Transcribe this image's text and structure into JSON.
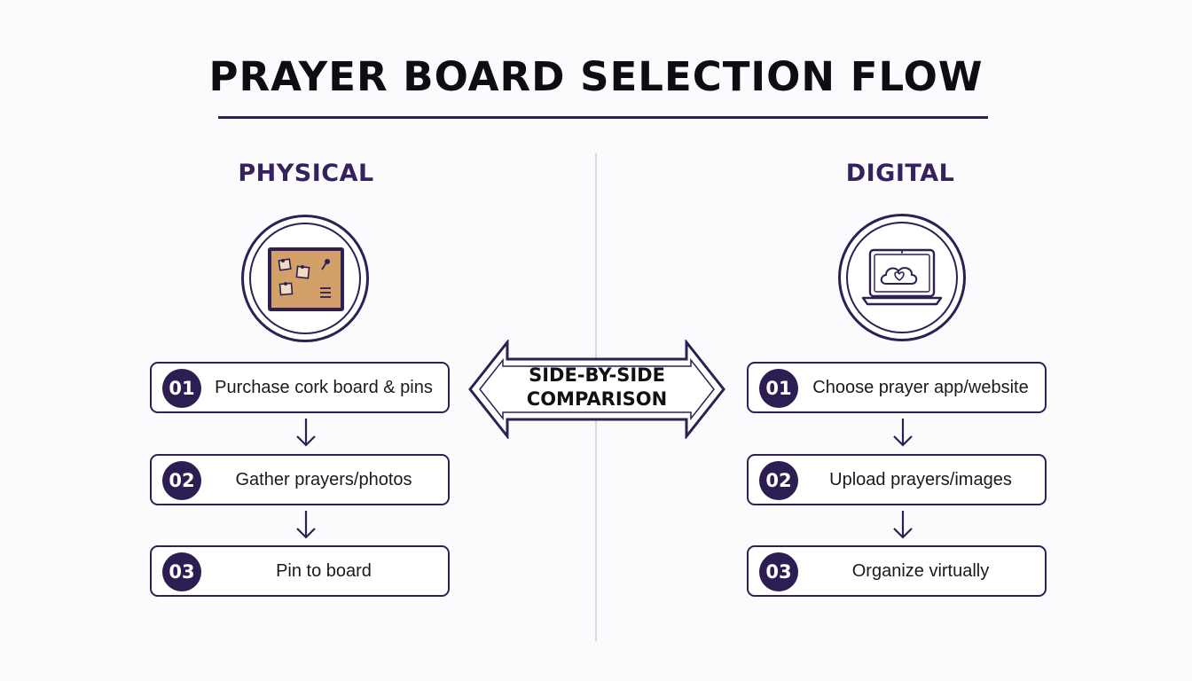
{
  "title": "PRAYER BOARD SELECTION FLOW",
  "comparison": {
    "line1": "SIDE-BY-SIDE",
    "line2": "COMPARISON"
  },
  "physical": {
    "heading": "PHYSICAL",
    "icon": "cork-board-icon",
    "steps": [
      {
        "num": "01",
        "label": "Purchase cork board & pins"
      },
      {
        "num": "02",
        "label": "Gather prayers/photos"
      },
      {
        "num": "03",
        "label": "Pin to board"
      }
    ]
  },
  "digital": {
    "heading": "DIGITAL",
    "icon": "laptop-cloud-heart-icon",
    "steps": [
      {
        "num": "01",
        "label": "Choose prayer app/website"
      },
      {
        "num": "02",
        "label": "Upload prayers/images"
      },
      {
        "num": "03",
        "label": "Organize virtually"
      }
    ]
  },
  "colors": {
    "primary": "#2e1f55",
    "heading": "#34215e",
    "cork": "#d4a06a",
    "divider": "#d9d9df"
  }
}
